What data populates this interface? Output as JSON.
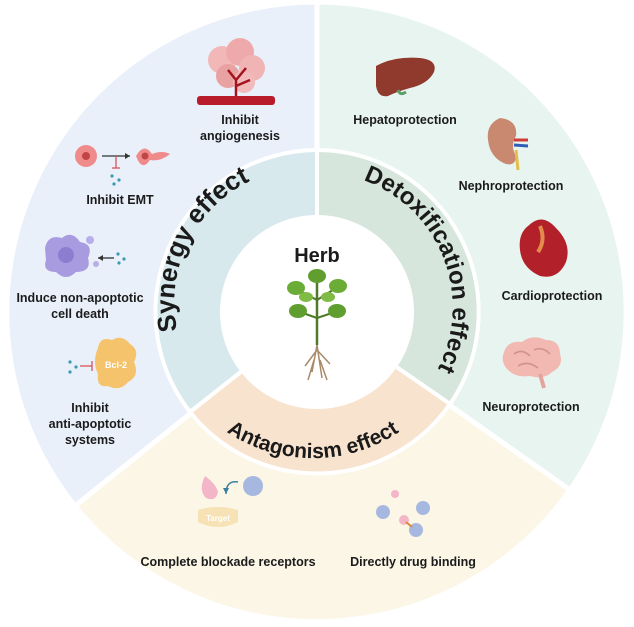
{
  "center": {
    "title": "Herb"
  },
  "rings": {
    "synergy": "Synergy effect",
    "detox": "Detoxification effect",
    "antagonism": "Antagonism effect"
  },
  "synergy_items": {
    "angiogenesis": [
      "Inhibit",
      "angiogenesis"
    ],
    "emt": "Inhibit EMT",
    "cell_death": [
      "Induce non-apoptotic",
      "cell death"
    ],
    "anti_apoptotic": [
      "Inhibit",
      "anti-apoptotic",
      "systems"
    ],
    "bcl2_tag": "Bcl-2"
  },
  "detox_items": {
    "hepato": "Hepatoprotection",
    "nephro": "Nephroprotection",
    "cardio": "Cardioprotection",
    "neuro": "Neuroprotection"
  },
  "antagonism_items": {
    "blockade": "Complete blockade receptors",
    "binding": "Directly drug binding",
    "target_tag": "Target"
  },
  "colors": {
    "synergy_outer": "#e9f0fa",
    "synergy_ring": "#d8e9ee",
    "detox_outer": "#e8f4f0",
    "detox_ring": "#d6e6dd",
    "antagonism_outer": "#fbf6e6",
    "antagonism_ring": "#f8e3cf"
  }
}
